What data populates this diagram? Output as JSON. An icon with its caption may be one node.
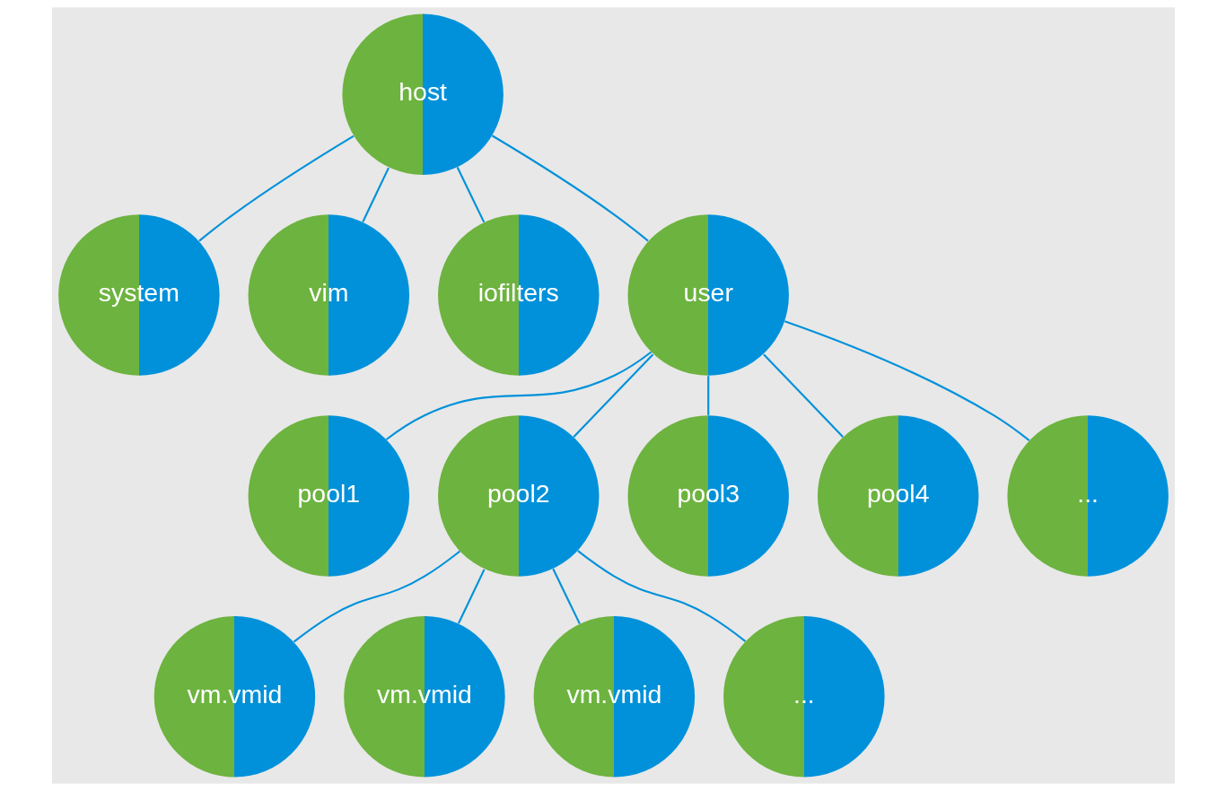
{
  "diagram": {
    "nodes": [
      {
        "text": [
          "host"
        ]
      },
      {
        "text": [
          "system"
        ]
      },
      {
        "text": [
          "vim"
        ]
      },
      {
        "text": [
          "iofilters"
        ]
      },
      {
        "text": [
          "user"
        ]
      },
      {
        "text": [
          "pool1"
        ]
      },
      {
        "text": [
          "pool2"
        ]
      },
      {
        "text": [
          "pool3"
        ]
      },
      {
        "text": [
          "pool4"
        ]
      },
      {
        "text": [
          "..."
        ]
      },
      {
        "text": [
          "vm.vmid"
        ]
      },
      {
        "text": [
          "vm.vmid"
        ]
      },
      {
        "text": [
          "vm.vmid"
        ]
      },
      {
        "text": [
          "..."
        ]
      }
    ],
    "edges": [
      {
        "from": 0,
        "to": 1,
        "arrow": "none"
      },
      {
        "from": 0,
        "to": 2,
        "arrow": "none"
      },
      {
        "from": 0,
        "to": 3,
        "arrow": "none"
      },
      {
        "from": 0,
        "to": 4,
        "arrow": "none"
      },
      {
        "from": 4,
        "to": 5,
        "arrow": "none"
      },
      {
        "from": 4,
        "to": 6,
        "arrow": "none"
      },
      {
        "from": 4,
        "to": 7,
        "arrow": "none"
      },
      {
        "from": 4,
        "to": 8,
        "arrow": "none"
      },
      {
        "from": 4,
        "to": 9,
        "arrow": "none"
      },
      {
        "from": 6,
        "to": 10,
        "arrow": "none"
      },
      {
        "from": 6,
        "to": 11,
        "arrow": "none"
      },
      {
        "from": 6,
        "to": 12,
        "arrow": "none"
      },
      {
        "from": 6,
        "to": 13,
        "arrow": "none"
      }
    ]
  }
}
